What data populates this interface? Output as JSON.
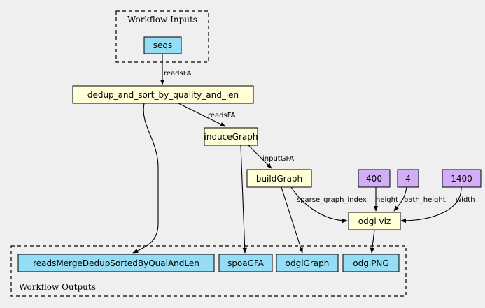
{
  "clusters": {
    "inputs": "Workflow Inputs",
    "outputs": "Workflow Outputs"
  },
  "colors": {
    "background": "#efefef",
    "input_node": "#94ddf4",
    "step_node": "#ffffd8",
    "parameter_node": "#d2aef6",
    "output_node": "#94ddf4"
  },
  "nodes": {
    "seqs": "seqs",
    "dedup": "dedup_and_sort_by_quality_and_len",
    "induce": "induceGraph",
    "build": "buildGraph",
    "p400": "400",
    "p4": "4",
    "p1400": "1400",
    "viz": "odgi viz",
    "out_reads": "readsMergeDedupSortedByQualAndLen",
    "out_spoa": "spoaGFA",
    "out_odgi": "odgiGraph",
    "out_png": "odgiPNG"
  },
  "edge_labels": {
    "seqs_dedup": "readsFA",
    "dedup_induce": "readsFA",
    "induce_build": "inputGFA",
    "build_viz": "sparse_graph_index",
    "p400_viz": "height",
    "p4_viz": "path_height",
    "p1400_viz": "width"
  }
}
